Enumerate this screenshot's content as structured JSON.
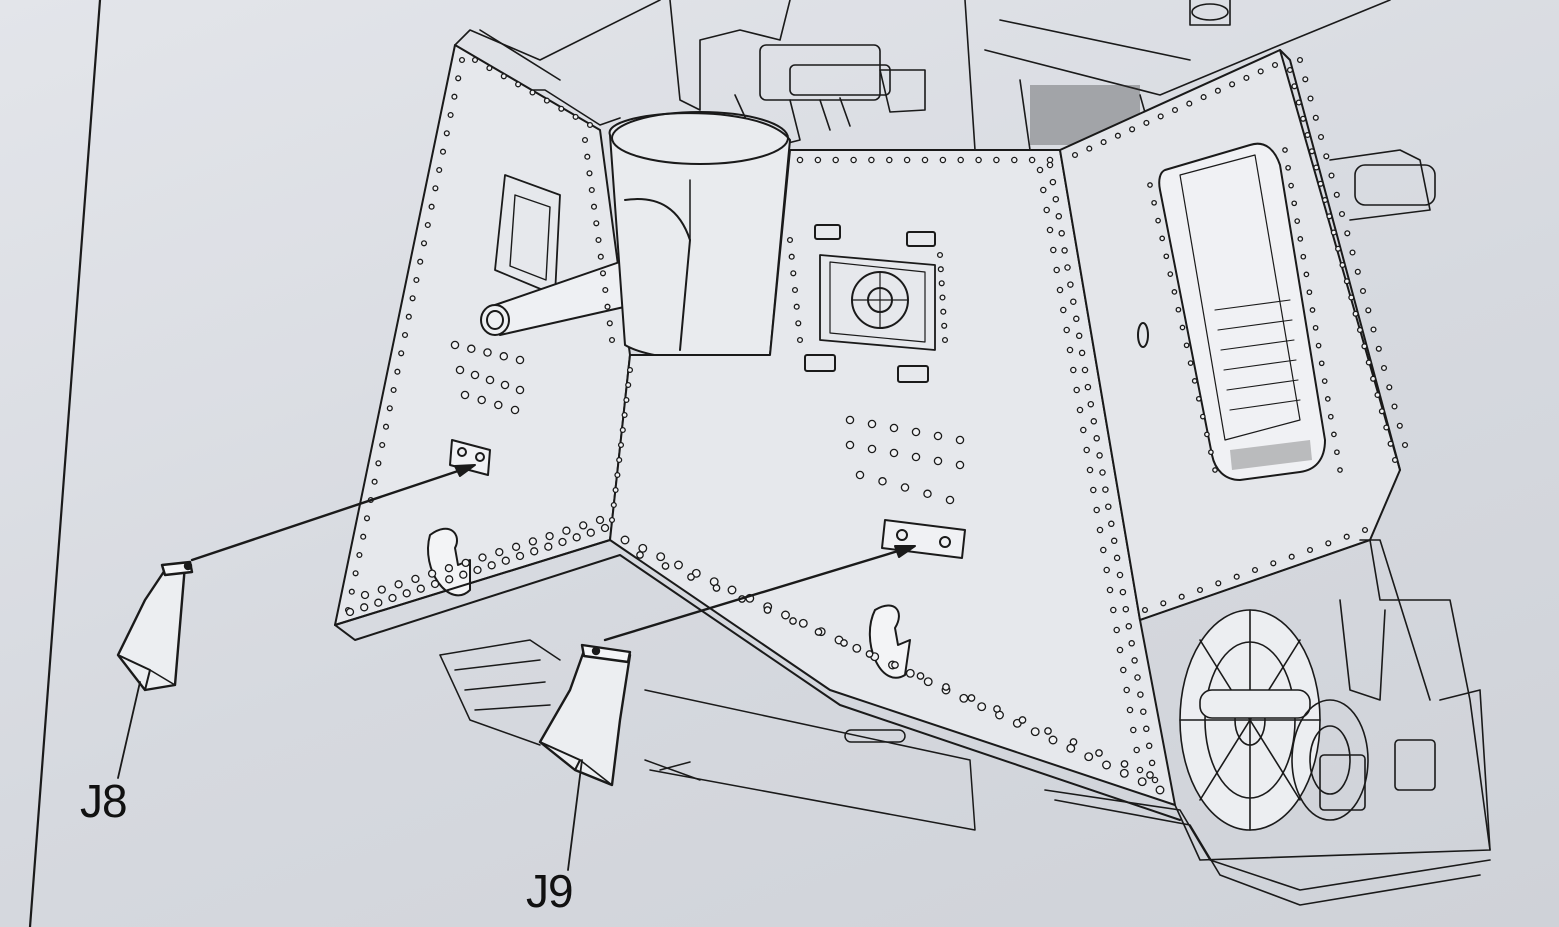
{
  "diagram": {
    "callouts": [
      {
        "id": "j8",
        "label": "J8"
      },
      {
        "id": "j9",
        "label": "J9"
      }
    ]
  },
  "colors": {
    "paper": "#dcdfe5",
    "ink": "#1a1a1a",
    "panel_fill": "#e6e8ec"
  }
}
